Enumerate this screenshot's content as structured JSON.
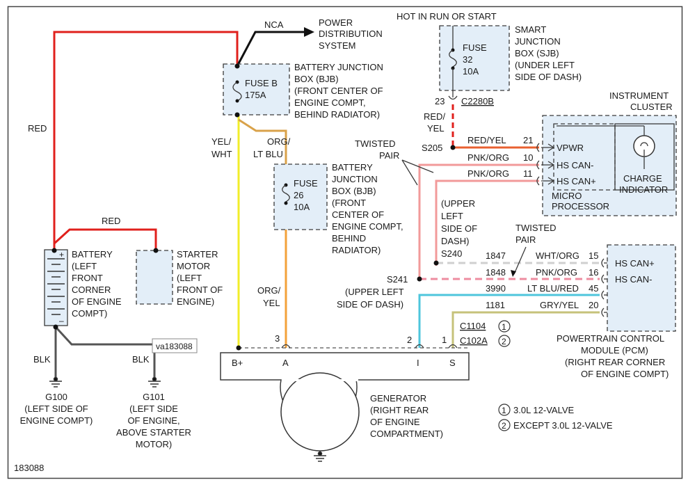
{
  "diagram_id": "183088",
  "image_tag": "va183088",
  "colors": {
    "red": "#e0201c",
    "yellow": "#f2ee2a",
    "orange": "#f3a23a",
    "pink": "#f29a9a",
    "pink_dash": "#ee8ca0",
    "gray_dash": "#d0d0d0",
    "cyan": "#4ec6dc",
    "olive": "#c6c27a",
    "black": "#333333",
    "box_fill": "#e3eef8"
  },
  "top": {
    "nca": "NCA",
    "pds": [
      "POWER",
      "DISTRIBUTION",
      "SYSTEM"
    ],
    "hot": "HOT IN RUN OR START"
  },
  "fuse_b": {
    "name": "FUSE B",
    "rating": "175A",
    "label": [
      "BATTERY JUNCTION",
      "BOX (BJB)",
      "(FRONT CENTER OF",
      "ENGINE COMPT,",
      "BEHIND RADIATOR)"
    ]
  },
  "fuse_26": {
    "name": "FUSE",
    "number": "26",
    "rating": "10A",
    "label": [
      "BATTERY",
      "JUNCTION",
      "BOX (BJB)",
      "(FRONT",
      "CENTER OF",
      "ENGINE COMPT,",
      "BEHIND",
      "RADIATOR)"
    ]
  },
  "fuse_32": {
    "name": "FUSE",
    "number": "32",
    "rating": "10A",
    "label": [
      "SMART",
      "JUNCTION",
      "BOX (SJB)",
      "(UNDER LEFT",
      "SIDE OF DASH)"
    ]
  },
  "c2280b": {
    "pin": "23",
    "connector": "C2280B"
  },
  "wires": {
    "red1": "RED",
    "red2": "RED",
    "yel_wht": [
      "YEL/",
      "WHT"
    ],
    "org_ltblu": [
      "ORG/",
      "LT BLU"
    ],
    "org_yel": [
      "ORG/",
      "YEL"
    ],
    "red_yel_v": [
      "RED/",
      "YEL"
    ],
    "red_yel": "RED/YEL",
    "pnk_org1": "PNK/ORG",
    "pnk_org2": "PNK/ORG",
    "wht_org": "WHT/ORG",
    "pnk_org3": "PNK/ORG",
    "ltblu_red": "LT BLU/RED",
    "gry_yel": "GRY/YEL",
    "blk1": "BLK",
    "blk2": "BLK"
  },
  "splices": {
    "s205": "S205",
    "s240": "S240",
    "s241": "S241",
    "s240_label": [
      "(UPPER",
      "LEFT",
      "SIDE OF",
      "DASH)"
    ],
    "s241_label": [
      "(UPPER LEFT",
      "SIDE OF DASH)"
    ],
    "twisted1": [
      "TWISTED",
      "PAIR"
    ],
    "twisted2": [
      "TWISTED",
      "PAIR"
    ]
  },
  "circuits": {
    "c1847": "1847",
    "c1848": "1848",
    "c3990": "3990",
    "c1181": "1181"
  },
  "cluster": {
    "title": [
      "INSTRUMENT",
      "CLUSTER"
    ],
    "pins": [
      "21",
      "10",
      "11"
    ],
    "signals": [
      "VPWR",
      "HS CAN-",
      "HS CAN+"
    ],
    "charge": [
      "CHARGE",
      "INDICATOR"
    ],
    "micro": [
      "MICRO",
      "PROCESSOR"
    ]
  },
  "pcm": {
    "pins": [
      "15",
      "16",
      "45",
      "20"
    ],
    "signals": [
      "HS CAN+",
      "HS CAN-"
    ],
    "label": [
      "POWERTRAIN CONTROL",
      "MODULE (PCM)",
      "(RIGHT REAR CORNER",
      "OF ENGINE COMPT)"
    ]
  },
  "battery": {
    "label": [
      "BATTERY",
      "(LEFT",
      "FRONT",
      "CORNER",
      "OF ENGINE",
      "COMPT)"
    ],
    "plus": "+",
    "minus": "–"
  },
  "starter": {
    "label": [
      "STARTER",
      "MOTOR",
      "(LEFT",
      "FRONT OF",
      "ENGINE)"
    ]
  },
  "grounds": {
    "g100": [
      "G100",
      "(LEFT SIDE OF",
      "ENGINE COMPT)"
    ],
    "g101": [
      "G101",
      "(LEFT SIDE",
      "OF ENGINE,",
      "ABOVE STARTER",
      "MOTOR)"
    ]
  },
  "generator": {
    "terminals": [
      "B+",
      "A",
      "I",
      "S"
    ],
    "pins": [
      "3",
      "2",
      "1"
    ],
    "label": [
      "GENERATOR",
      "(RIGHT REAR",
      "OF ENGINE",
      "COMPARTMENT)"
    ]
  },
  "connectors": {
    "c1104": "C1104",
    "c102a": "C102A",
    "n1": "1",
    "n2": "2"
  },
  "legend": {
    "n1": "1",
    "n2": "2",
    "l1": "3.0L 12-VALVE",
    "l2": "EXCEPT 3.0L 12-VALVE"
  }
}
